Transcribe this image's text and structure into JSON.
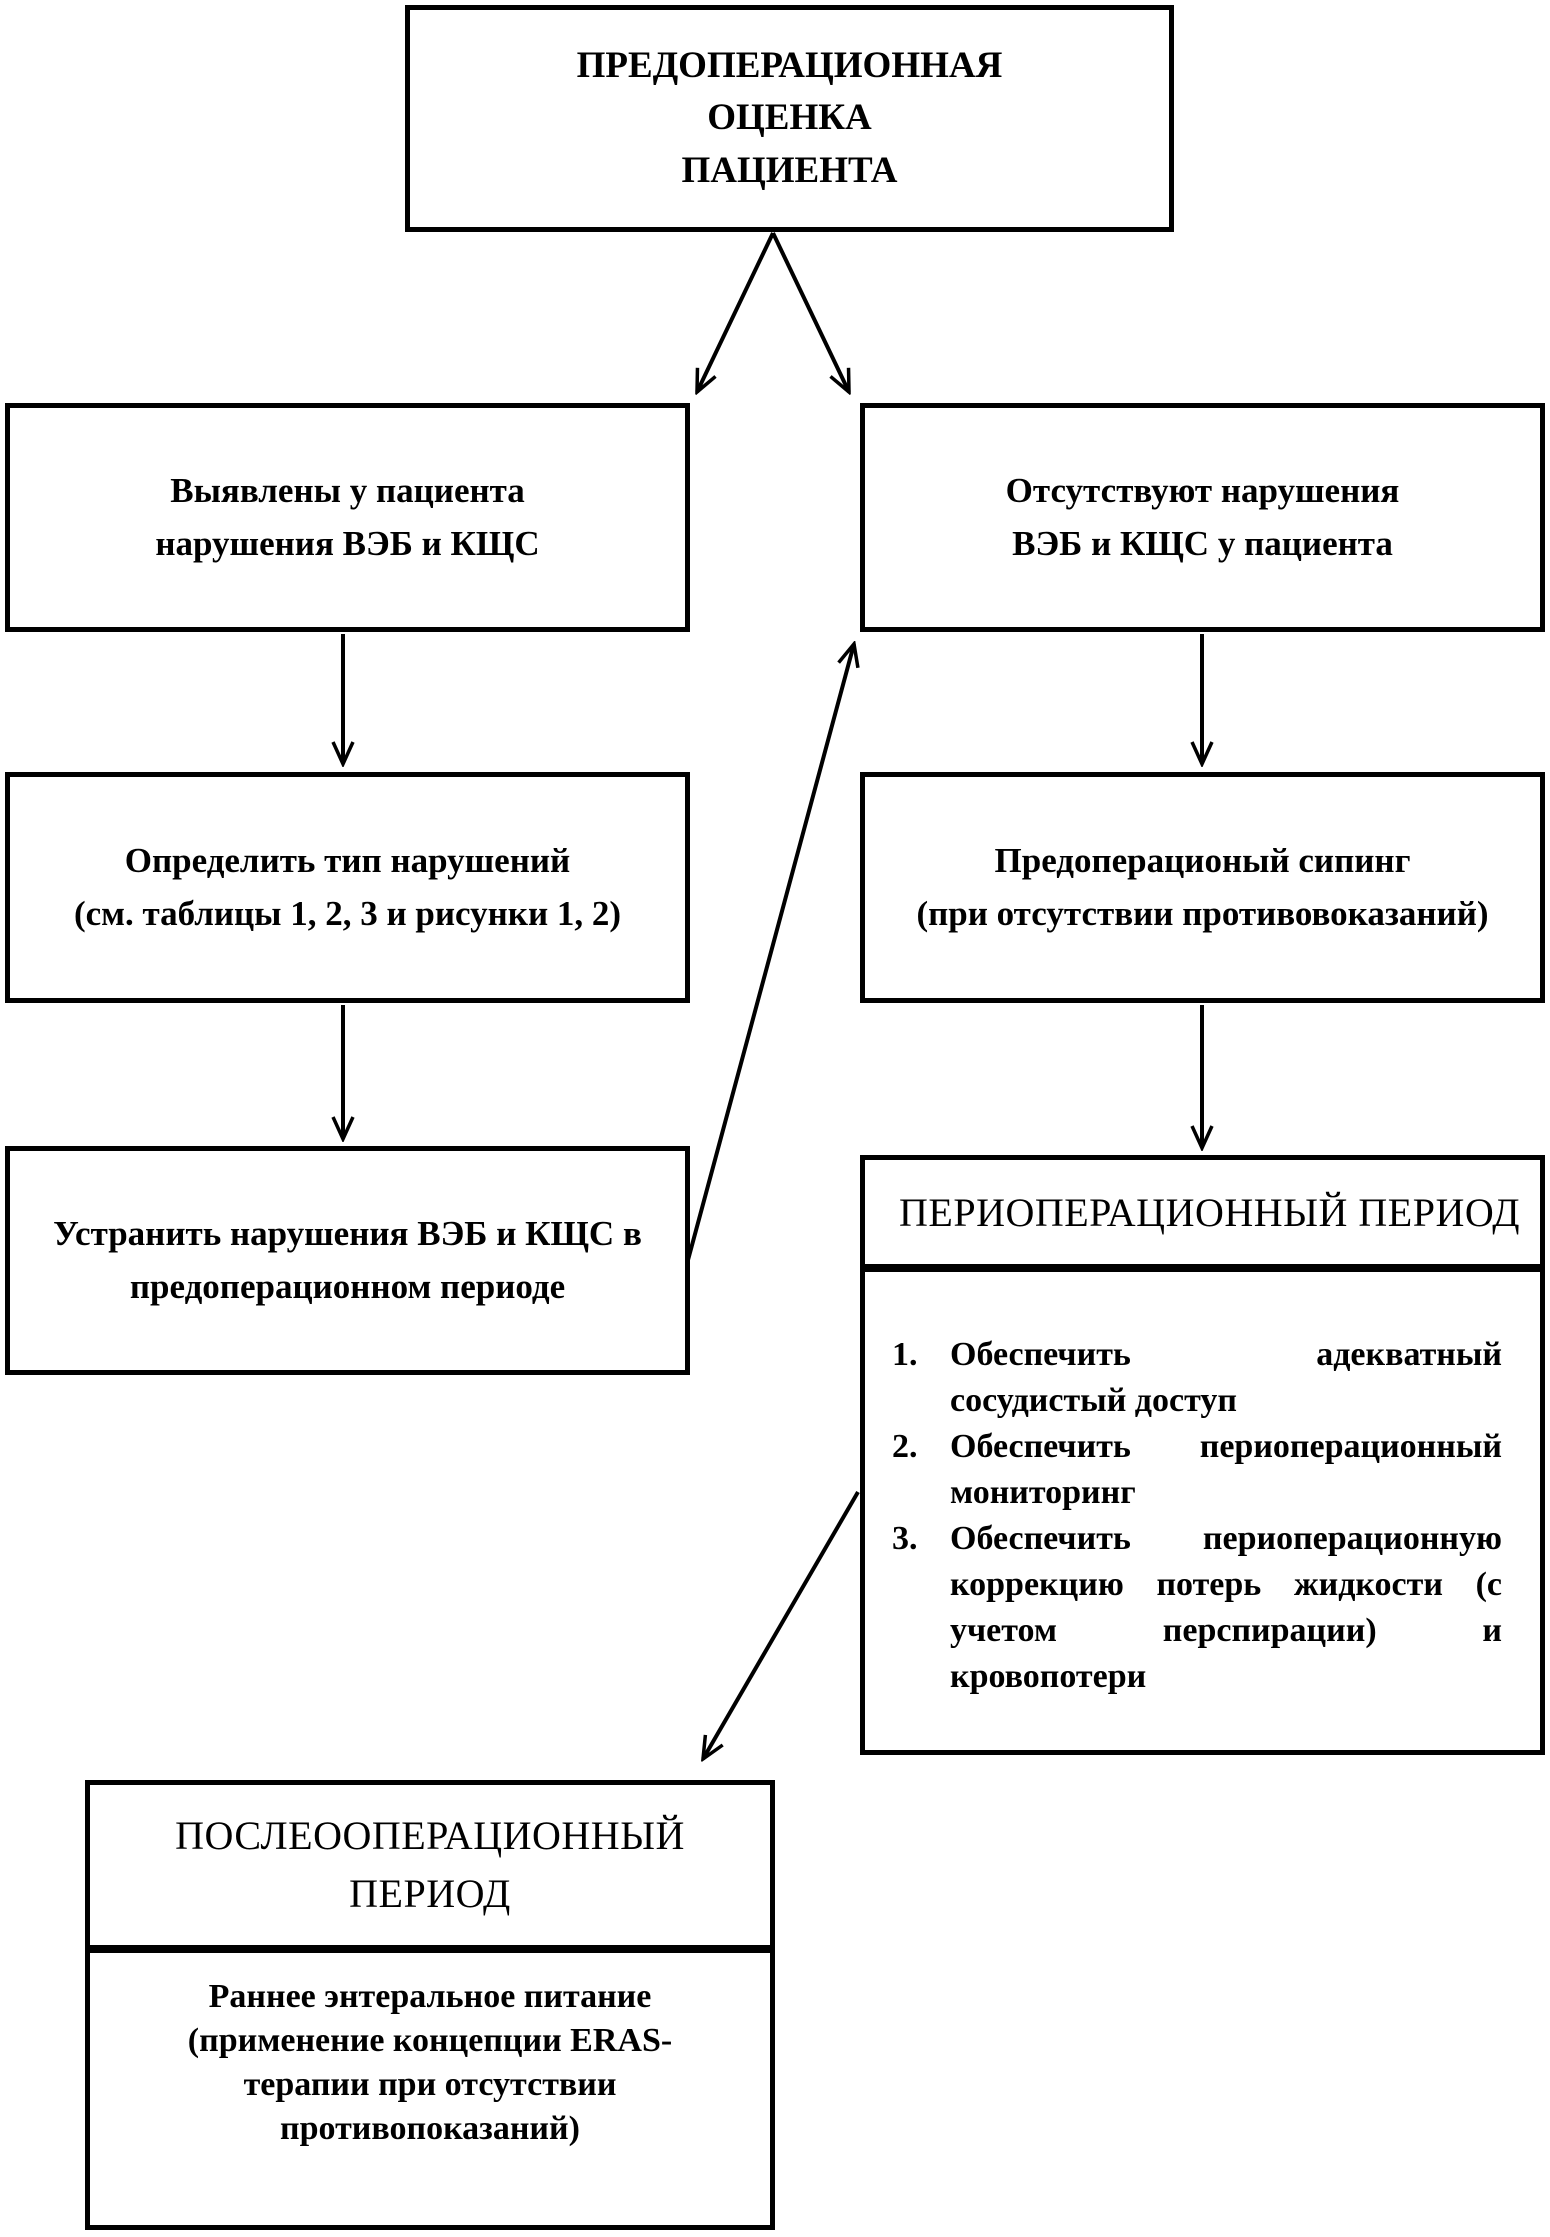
{
  "page": {
    "background": "#ffffff",
    "line_color": "#000000"
  },
  "top_box": {
    "text": "ПРЕДОПЕРАЦИОННАЯ\nОЦЕНКА\nПАЦИЕНТА"
  },
  "left_column": {
    "box1": {
      "text": "Выявлены у пациента\nнарушения ВЭБ и КЩС"
    },
    "box2": {
      "text": "Определить тип нарушений\n(см. таблицы 1, 2, 3 и рисунки 1, 2)"
    },
    "box3": {
      "text": "Устранить нарушения ВЭБ и КЩС в\nпредоперационном периоде"
    }
  },
  "right_column": {
    "box1": {
      "text": "Отсутствуют нарушения\nВЭБ и КЩС у пациента"
    },
    "box2": {
      "text": "Предоперационый сипинг\n(при отсутствии противовоказаний)"
    },
    "perioperative": {
      "header": "ПЕРИОПЕРАЦИОННЫЙ ПЕРИОД",
      "items": [
        {
          "num": "1.",
          "lines": [
            "Обеспечить адекватный",
            "сосудистый доступ"
          ]
        },
        {
          "num": "2.",
          "lines": [
            "Обеспечить периоперационный",
            "мониторинг"
          ]
        },
        {
          "num": "3.",
          "lines": [
            "Обеспечить периоперационную",
            "коррекцию потерь жидкости (с",
            "учетом перспирации) и",
            "кровопотери"
          ]
        }
      ]
    }
  },
  "postoperative": {
    "header": "ПОСЛЕООПЕРАЦИОННЫЙ\nПЕРИОД",
    "body": "Раннее энтеральное питание\n(применение концепции ERAS-\nтерапии при отсутствии\nпротивопоказаний)"
  }
}
